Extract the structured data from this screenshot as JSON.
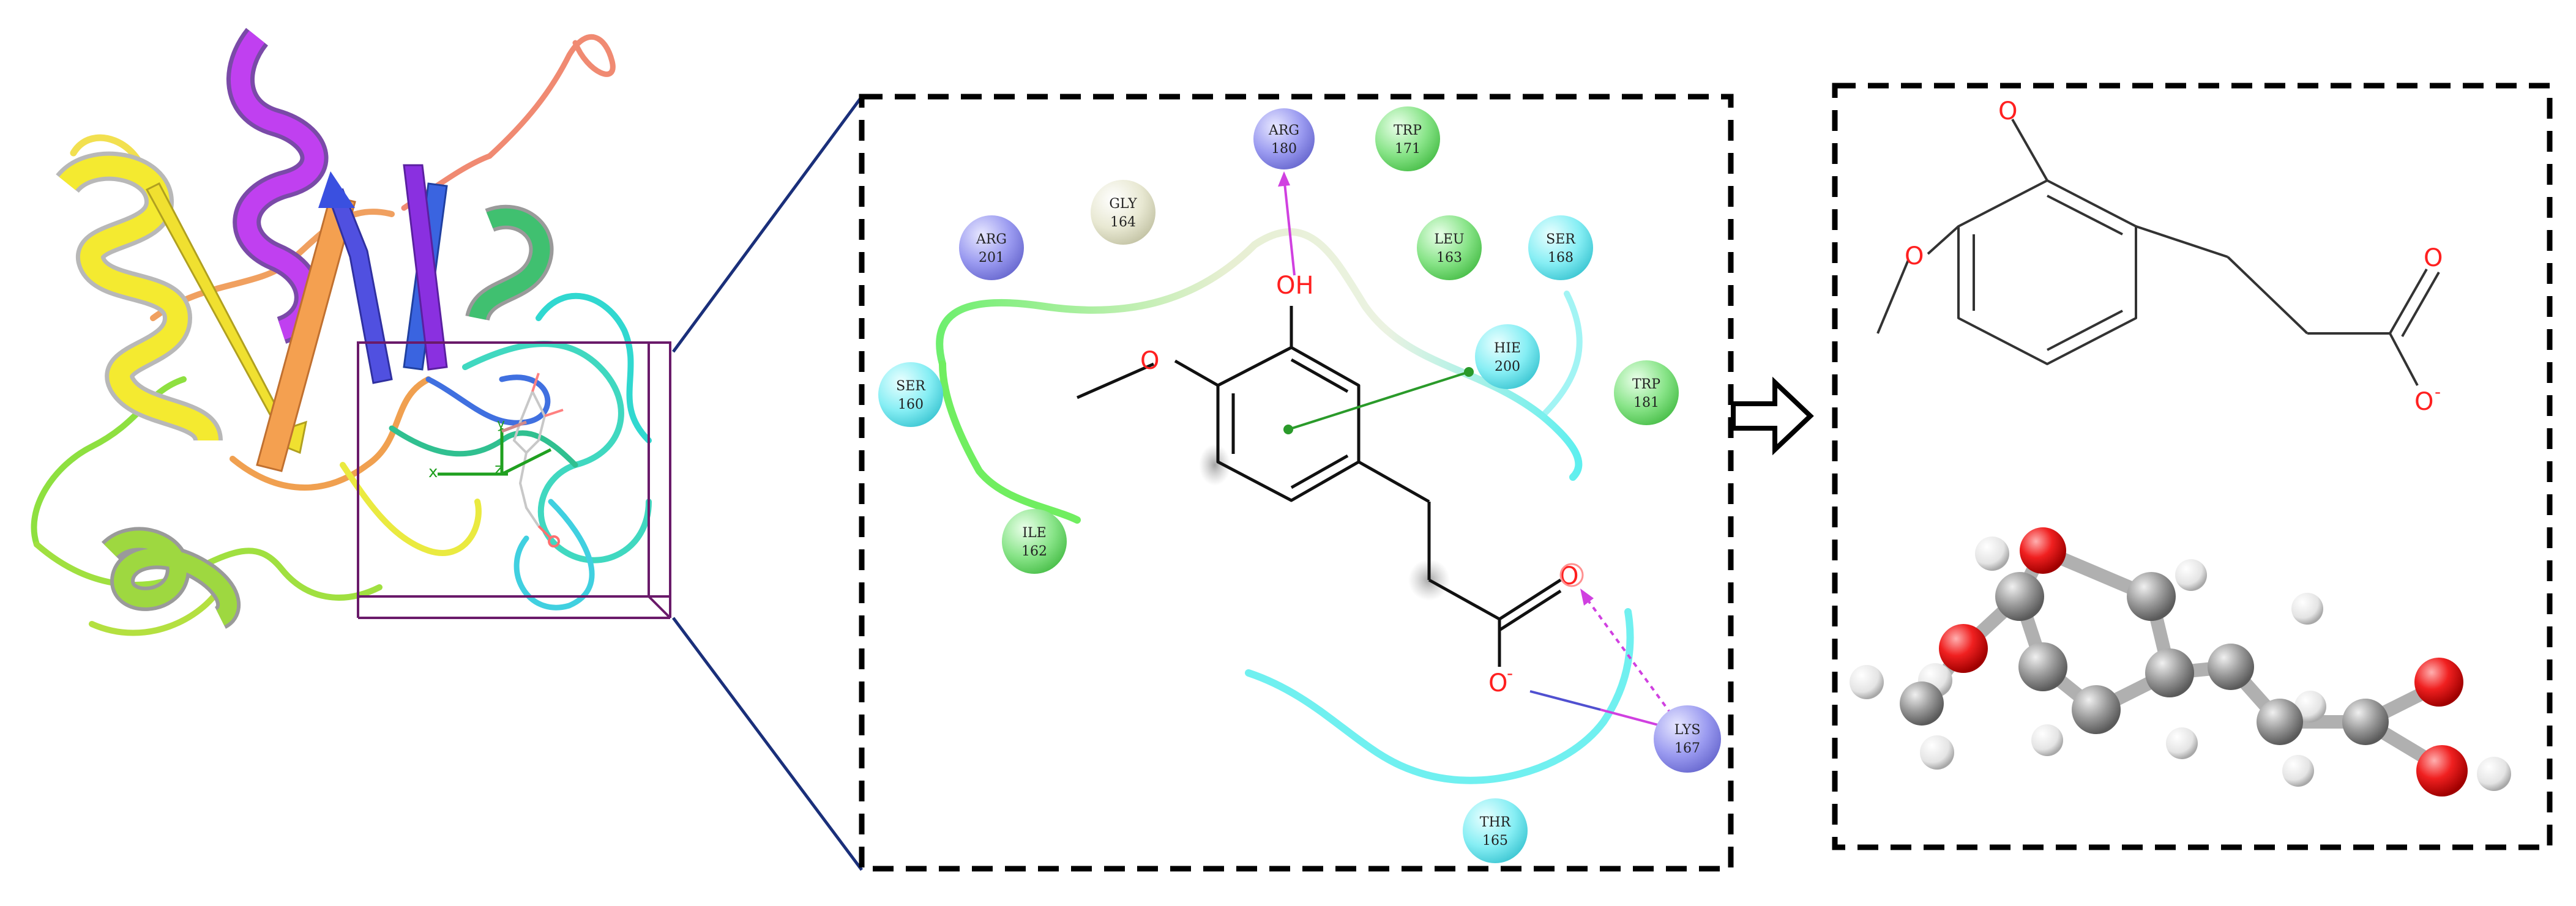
{
  "residues": [
    {
      "name": "ARG",
      "num": "180",
      "color": "#8c8ce8"
    },
    {
      "name": "TRP",
      "num": "171",
      "color": "#7be07b"
    },
    {
      "name": "GLY",
      "num": "164",
      "color": "#e2e2cc"
    },
    {
      "name": "ARG",
      "num": "201",
      "color": "#8c8ce8"
    },
    {
      "name": "LEU",
      "num": "163",
      "color": "#7be07b"
    },
    {
      "name": "SER",
      "num": "168",
      "color": "#78e8f0"
    },
    {
      "name": "HIE",
      "num": "200",
      "color": "#78e8f0"
    },
    {
      "name": "TRP",
      "num": "181",
      "color": "#7be07b"
    },
    {
      "name": "SER",
      "num": "160",
      "color": "#78e8f0"
    },
    {
      "name": "ILE",
      "num": "162",
      "color": "#7be07b"
    },
    {
      "name": "LYS",
      "num": "167",
      "color": "#8c8ce8"
    },
    {
      "name": "THR",
      "num": "165",
      "color": "#78e8f0"
    }
  ],
  "ligand_2d": {
    "hydroxyl_label": "OH",
    "carbonyl_o": "O",
    "carboxylate_o": "O",
    "charge": "-"
  },
  "structure_2d": {
    "o_top": "O",
    "o_methoxy": "O",
    "o_carbonyl": "O",
    "o_carboxylate": "O",
    "charge": "-"
  },
  "axes_labels": {
    "x": "x",
    "z": "z",
    "y": "y"
  },
  "colors": {
    "hbond": "#d040e0",
    "pi_cation": "#2a9a2a",
    "salt_bridge": "#7030d0",
    "connector": "#1a2f7a",
    "box": "#6a1a6a",
    "oxygen": "#ff2020",
    "hydrogen": "#e6e6e6",
    "carbon": "#909090"
  },
  "icons": {
    "arrow": "hollow-right-arrow"
  }
}
